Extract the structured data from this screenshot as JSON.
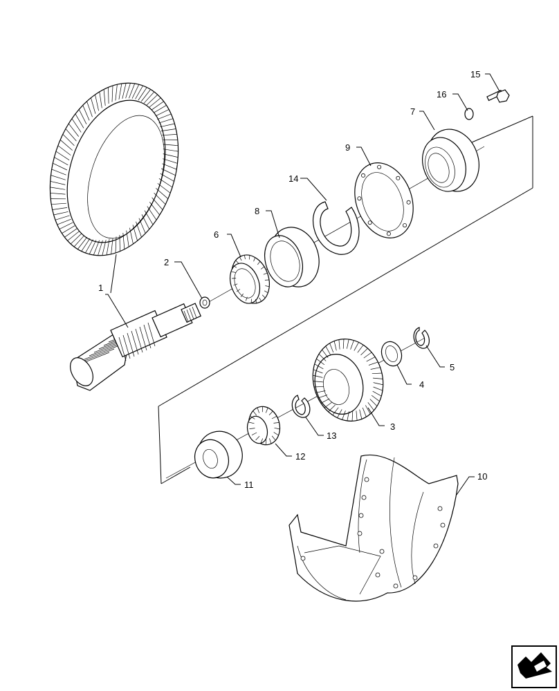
{
  "diagram": {
    "callouts": [
      "1",
      "2",
      "3",
      "4",
      "5",
      "6",
      "7",
      "8",
      "9",
      "10",
      "11",
      "12",
      "13",
      "14",
      "15",
      "16"
    ]
  },
  "nav": {
    "icon": "next-page-arrow-icon"
  }
}
